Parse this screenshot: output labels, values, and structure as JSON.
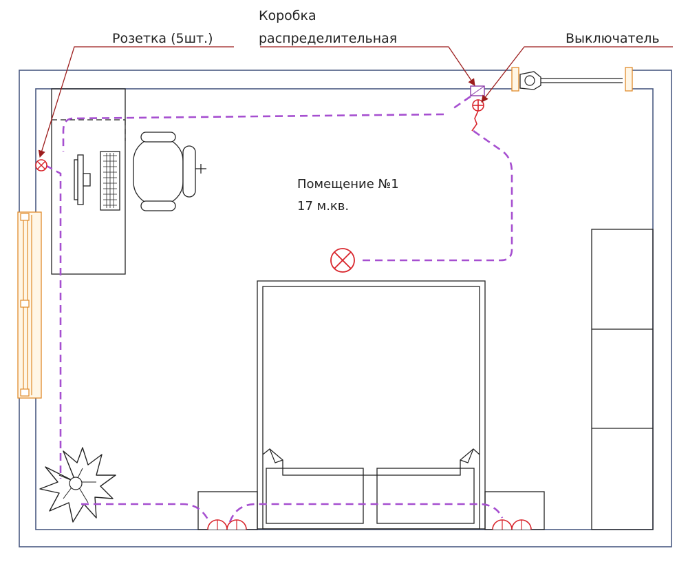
{
  "labels": {
    "socket": "Розетка (5шт.)",
    "junction_box_line1": "Коробка",
    "junction_box_line2": "распределительная",
    "switch": "Выключатель"
  },
  "room": {
    "name": "Помещение №1",
    "area": "17 м.кв."
  },
  "colors": {
    "wiring": "#a64fd0",
    "electrical_symbols": "#d8232a",
    "leader_lines": "#9c1c1c",
    "walls": "#4a5a82",
    "window_door": "#e08a2a"
  },
  "icons": [
    "socket-icon",
    "switch-icon",
    "junction-box-icon",
    "ceiling-light-icon",
    "chair-icon",
    "plant-icon",
    "monitor-icon",
    "keyboard-icon"
  ]
}
